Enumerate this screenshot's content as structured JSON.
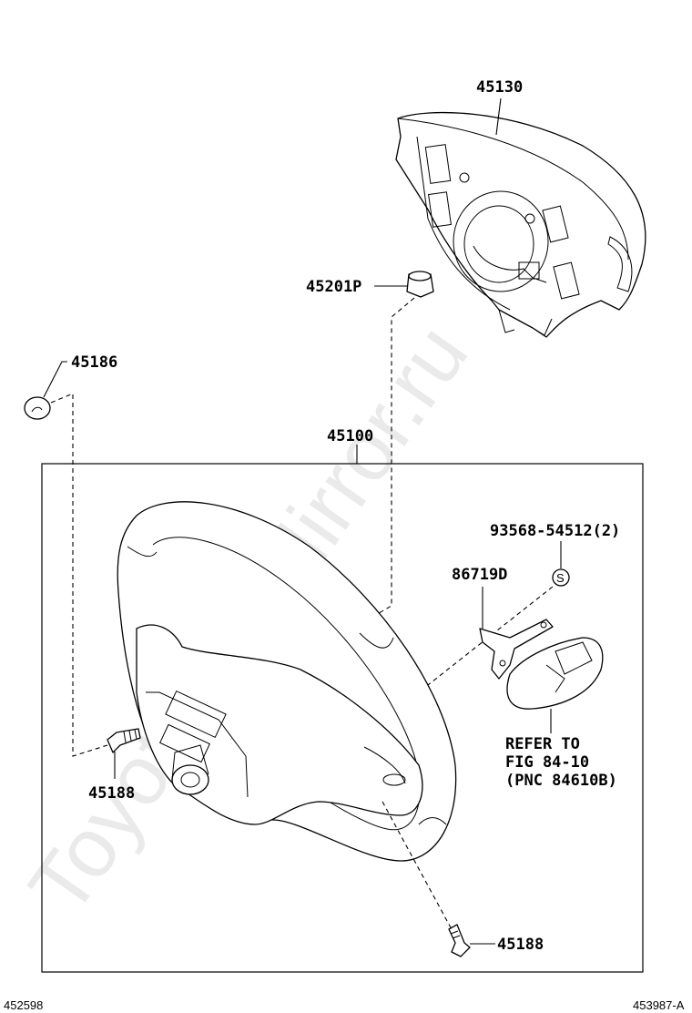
{
  "watermark": "ToyotaCarMirror.ru",
  "diagram_code_left": "452598",
  "diagram_code_right": "453987-A",
  "parts": {
    "airbag": "45130",
    "nut": "45201P",
    "cap": "45186",
    "wheel_assembly": "45100",
    "screw_count": "93568-54512(2)",
    "screw_symbol": "S",
    "bracket": "86719D",
    "bolt_left": "45188",
    "bolt_bottom": "45188"
  },
  "refer_note": {
    "line1": "REFER TO",
    "line2": "FIG 84-10",
    "line3": "(PNC 84610B)"
  }
}
